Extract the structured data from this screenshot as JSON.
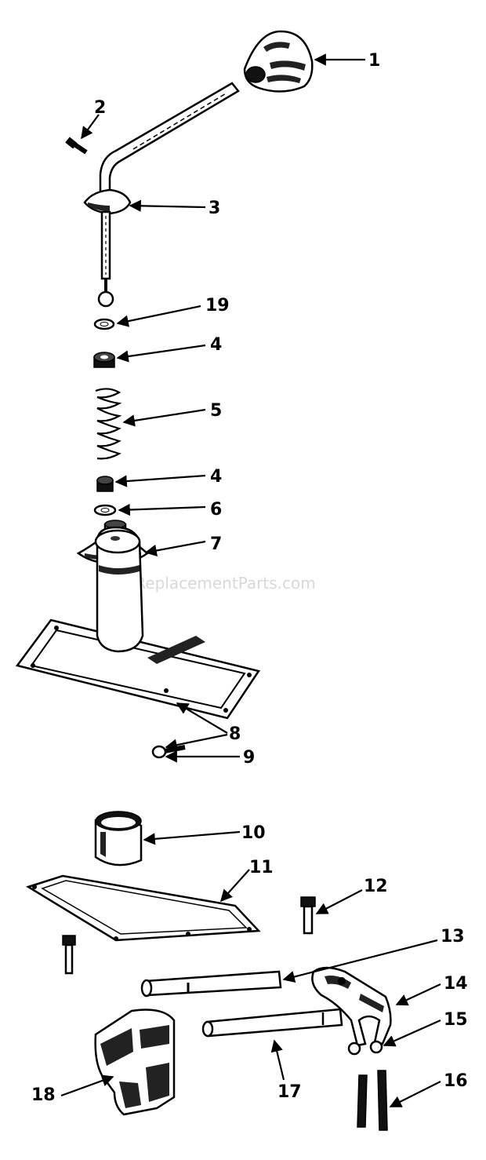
{
  "watermark": "eReplacementParts.com",
  "callouts": [
    {
      "key": "p1",
      "label": "1"
    },
    {
      "key": "p2",
      "label": "2"
    },
    {
      "key": "p3",
      "label": "3"
    },
    {
      "key": "p19",
      "label": "19"
    },
    {
      "key": "p4a",
      "label": "4"
    },
    {
      "key": "p5",
      "label": "5"
    },
    {
      "key": "p4b",
      "label": "4"
    },
    {
      "key": "p6",
      "label": "6"
    },
    {
      "key": "p7",
      "label": "7"
    },
    {
      "key": "p8",
      "label": "8"
    },
    {
      "key": "p9",
      "label": "9"
    },
    {
      "key": "p10",
      "label": "10"
    },
    {
      "key": "p11",
      "label": "11"
    },
    {
      "key": "p12",
      "label": "12"
    },
    {
      "key": "p13",
      "label": "13"
    },
    {
      "key": "p14",
      "label": "14"
    },
    {
      "key": "p15",
      "label": "15"
    },
    {
      "key": "p16",
      "label": "16"
    },
    {
      "key": "p17",
      "label": "17"
    },
    {
      "key": "p18",
      "label": "18"
    }
  ]
}
